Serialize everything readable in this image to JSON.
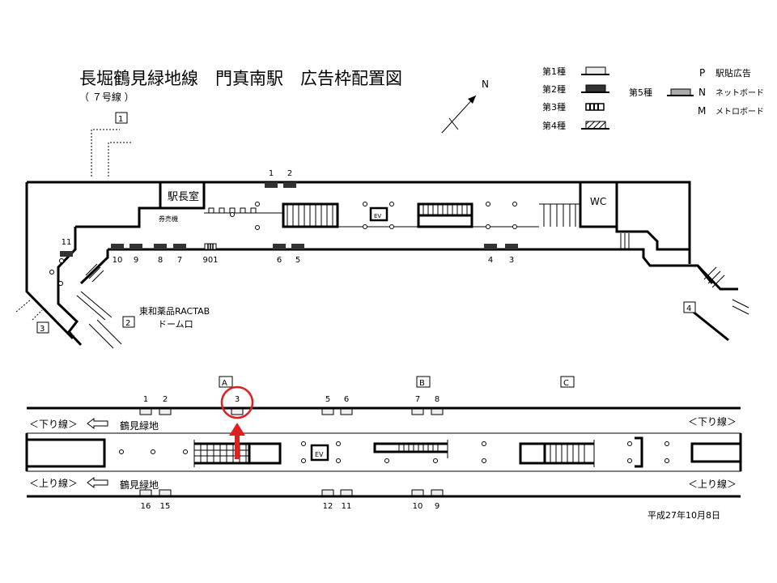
{
  "title": "長堀鶴見緑地線　門真南駅　広告枠配置図",
  "subtitle": "（ ７号線 ）",
  "compass": "N",
  "legend": {
    "type1": "第1種",
    "type2": "第2種",
    "type3": "第3種",
    "type4": "第4種",
    "type5": "第5種",
    "P": "P",
    "P_label": "駅貼広告",
    "N": "N",
    "N_label": "ネットボード",
    "M": "M",
    "M_label": "メトロボード"
  },
  "concourse": {
    "station_master": "駅長室",
    "ticket_machine": "券売機",
    "wc": "WC",
    "ev": "EV",
    "exits": [
      "1",
      "2",
      "3",
      "4"
    ],
    "exit2_name": "東和薬品RACTAB",
    "exit2_name2": "ドーム口",
    "ads_top": [
      "1",
      "2"
    ],
    "ads_bottom": [
      "10",
      "9",
      "8",
      "7",
      "901",
      "6",
      "5",
      "4",
      "3"
    ],
    "ad_11": "11"
  },
  "platform": {
    "sections": [
      "A",
      "B",
      "C"
    ],
    "ads_top": [
      "1",
      "2",
      "3",
      "5",
      "6",
      "7",
      "8"
    ],
    "ads_bottom": [
      "16",
      "15",
      "12",
      "11",
      "10",
      "9"
    ],
    "down_line": "＜下り線＞",
    "up_line": "＜上り線＞",
    "destination": "鶴見緑地",
    "ev": "EV",
    "highlighted_ad": "3",
    "highlight_color": "#e02020"
  },
  "date": "平成27年10月8日"
}
